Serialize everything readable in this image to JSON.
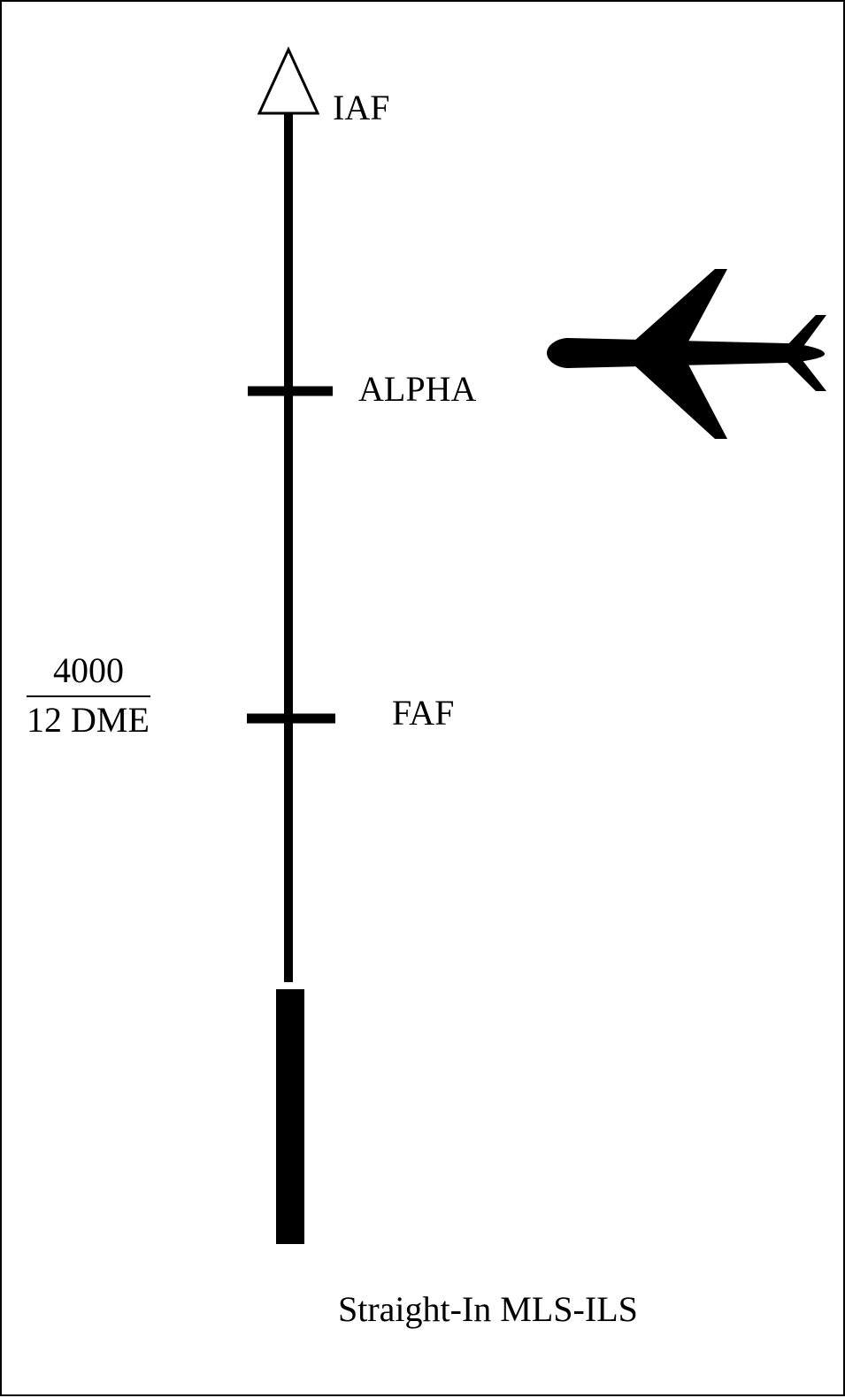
{
  "fixes": {
    "iaf": "IAF",
    "alpha": "ALPHA",
    "faf": "FAF"
  },
  "faf_constraint": {
    "altitude": "4000",
    "distance": "12  DME"
  },
  "caption": "Straight-In  MLS-ILS",
  "icons": {
    "iaf_marker": "open-triangle-icon",
    "aircraft": "airplane-icon"
  },
  "colors": {
    "ink": "#000000",
    "background": "#ffffff"
  }
}
